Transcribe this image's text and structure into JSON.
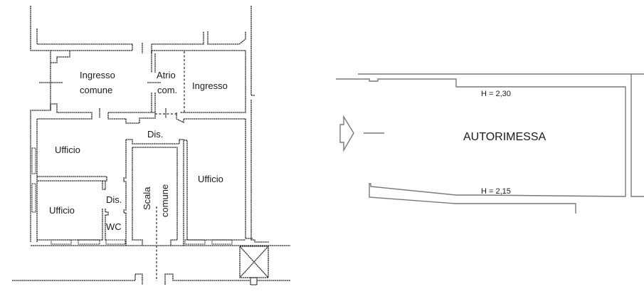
{
  "floor_plan_left": {
    "rooms": {
      "ingresso_comune_line1": "Ingresso",
      "ingresso_comune_line2": "comune",
      "atrio_line1": "Atrio",
      "atrio_line2": "com.",
      "ingresso": "Ingresso",
      "dis_top": "Dis.",
      "ufficio_top_left": "Ufficio",
      "ufficio_bottom_left": "Ufficio",
      "dis_small": "Dis.",
      "wc": "WC",
      "scala_line1": "Scala",
      "scala_line2": "comune",
      "ufficio_right": "Ufficio"
    }
  },
  "floor_plan_right": {
    "room_label": "AUTORIMESSA",
    "height_top": "H = 2,30",
    "height_bottom": "H = 2,15",
    "entry_arrow": "arrow-right-icon"
  },
  "colors": {
    "wall_dark": "#2a2a2a",
    "wall_grey": "#7a7a7a",
    "background": "#ffffff"
  }
}
